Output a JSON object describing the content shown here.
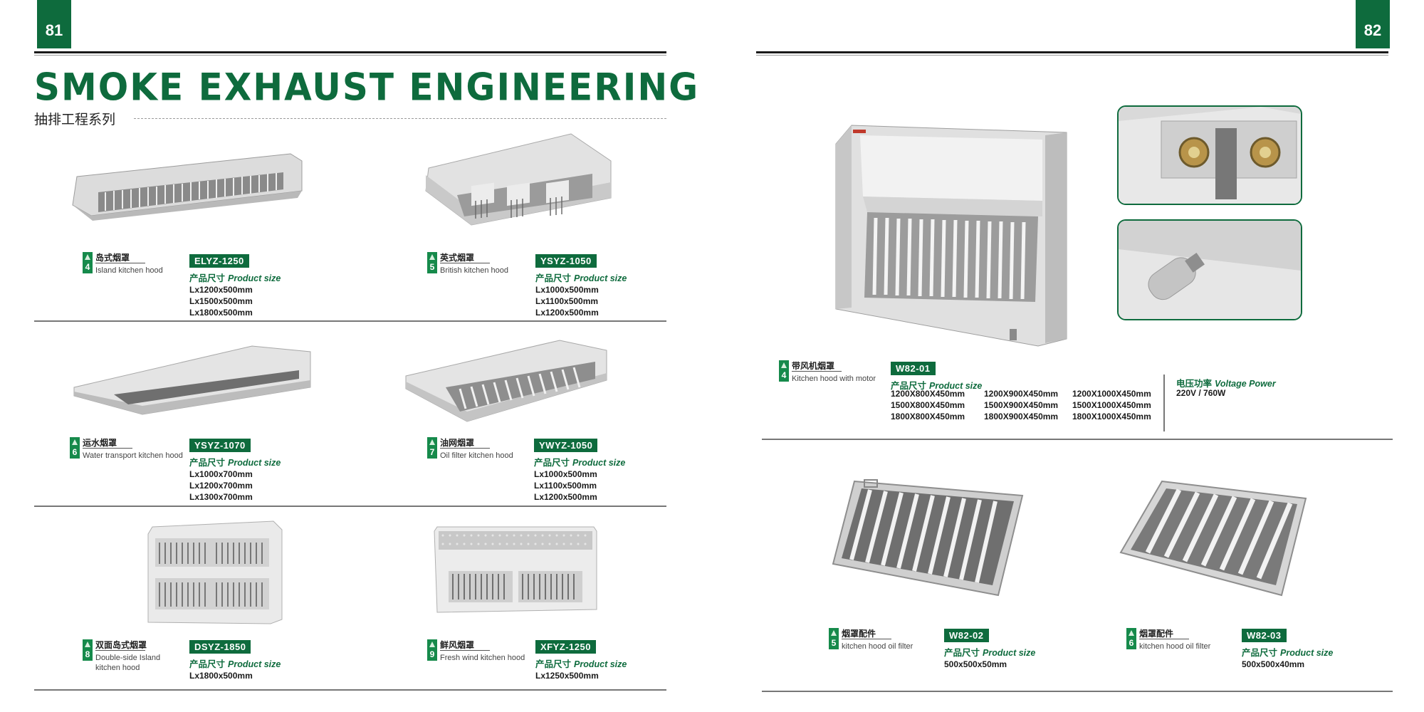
{
  "pages": {
    "left_number": "81",
    "right_number": "82"
  },
  "header": {
    "title": "SMOKE EXHAUST ENGINEERING",
    "subtitle": "抽排工程系列"
  },
  "products": [
    {
      "num": "4",
      "cn": "岛式烟罩",
      "en": "Island kitchen hood",
      "code": "ELYZ-1250",
      "size_label_cn": "产品尺寸",
      "size_label_en": "Product size",
      "sizes": [
        "Lx1200x500mm",
        "Lx1500x500mm",
        "Lx1800x500mm"
      ]
    },
    {
      "num": "5",
      "cn": "英式烟罩",
      "en": "British kitchen hood",
      "code": "YSYZ-1050",
      "size_label_cn": "产品尺寸",
      "size_label_en": "Product size",
      "sizes": [
        "Lx1000x500mm",
        "Lx1100x500mm",
        "Lx1200x500mm"
      ]
    },
    {
      "num": "6",
      "cn": "运水烟罩",
      "en": "Water transport kitchen hood",
      "code": "YSYZ-1070",
      "size_label_cn": "产品尺寸",
      "size_label_en": "Product size",
      "sizes": [
        "Lx1000x700mm",
        "Lx1200x700mm",
        "Lx1300x700mm"
      ]
    },
    {
      "num": "7",
      "cn": "油网烟罩",
      "en": "Oil filter kitchen hood",
      "code": "YWYZ-1050",
      "size_label_cn": "产品尺寸",
      "size_label_en": "Product size",
      "sizes": [
        "Lx1000x500mm",
        "Lx1100x500mm",
        "Lx1200x500mm"
      ]
    },
    {
      "num": "8",
      "cn": "双面岛式烟罩",
      "en": "Double-side Island",
      "en2": "kitchen hood",
      "code": "DSYZ-1850",
      "size_label_cn": "产品尺寸",
      "size_label_en": "Product size",
      "sizes": [
        "Lx1800x500mm"
      ]
    },
    {
      "num": "9",
      "cn": "鲜风烟罩",
      "en": "Fresh wind kitchen hood",
      "code": "XFYZ-1250",
      "size_label_cn": "产品尺寸",
      "size_label_en": "Product size",
      "sizes": [
        "Lx1250x500mm"
      ]
    }
  ],
  "motor_hood": {
    "num": "4",
    "cn": "带风机烟罩",
    "en": "Kitchen hood with motor",
    "code": "W82-01",
    "size_label_cn": "产品尺寸",
    "size_label_en": "Product size",
    "sizes_col1": [
      "1200X800X450mm",
      "1500X800X450mm",
      "1800X800X450mm"
    ],
    "sizes_col2": [
      "1200X900X450mm",
      "1500X900X450mm",
      "1800X900X450mm"
    ],
    "sizes_col3": [
      "1200X1000X450mm",
      "1500X1000X450mm",
      "1800X1000X450mm"
    ],
    "voltage_label_cn": "电压功率",
    "voltage_label_en": "Voltage Power",
    "voltage_value": "220V / 760W"
  },
  "filters": [
    {
      "num": "5",
      "cn": "烟罩配件",
      "en": "kitchen hood oil filter",
      "code": "W82-02",
      "size_label_cn": "产品尺寸",
      "size_label_en": "Product size",
      "size": "500x500x50mm"
    },
    {
      "num": "6",
      "cn": "烟罩配件",
      "en": "kitchen hood oil filter",
      "code": "W82-03",
      "size_label_cn": "产品尺寸",
      "size_label_en": "Product size",
      "size": "500x500x40mm"
    }
  ],
  "colors": {
    "brand_green": "#0e6b3d"
  }
}
